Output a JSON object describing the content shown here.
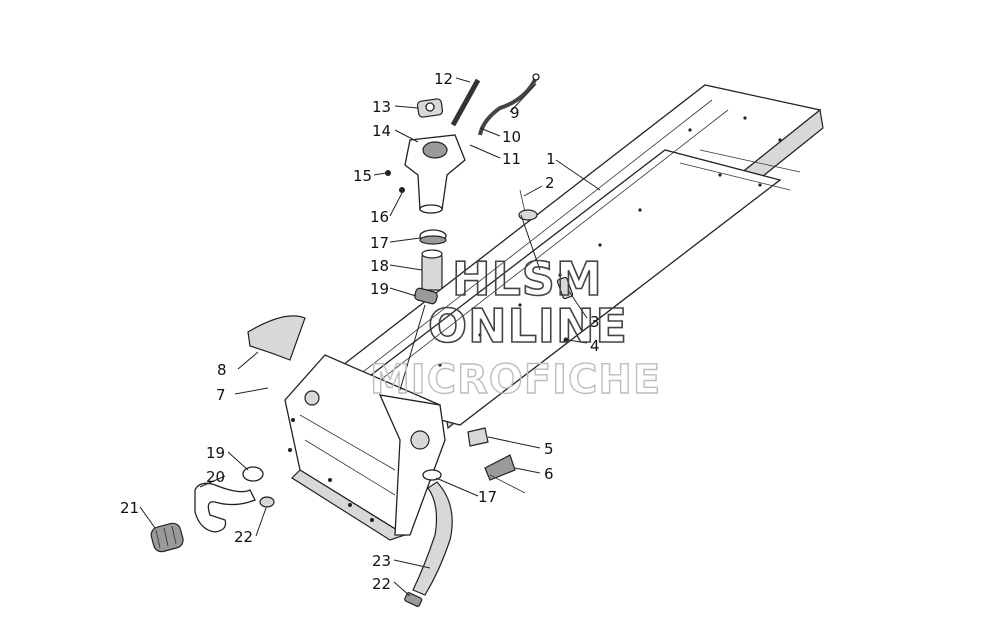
{
  "watermark": {
    "line1": "HLSM",
    "line2": "ONLINE",
    "line3": "MICROFICHE"
  },
  "callouts": [
    {
      "id": "c1",
      "label": "1"
    },
    {
      "id": "c2",
      "label": "2"
    },
    {
      "id": "c3",
      "label": "3"
    },
    {
      "id": "c4",
      "label": "4"
    },
    {
      "id": "c5",
      "label": "5"
    },
    {
      "id": "c6",
      "label": "6"
    },
    {
      "id": "c7",
      "label": "7"
    },
    {
      "id": "c8",
      "label": "8"
    },
    {
      "id": "c9",
      "label": "9"
    },
    {
      "id": "c10",
      "label": "10"
    },
    {
      "id": "c11",
      "label": "11"
    },
    {
      "id": "c12",
      "label": "12"
    },
    {
      "id": "c13",
      "label": "13"
    },
    {
      "id": "c14",
      "label": "14"
    },
    {
      "id": "c15",
      "label": "15"
    },
    {
      "id": "c16",
      "label": "16"
    },
    {
      "id": "c17a",
      "label": "17"
    },
    {
      "id": "c18",
      "label": "18"
    },
    {
      "id": "c19a",
      "label": "19"
    },
    {
      "id": "c19b",
      "label": "19"
    },
    {
      "id": "c20",
      "label": "20"
    },
    {
      "id": "c21",
      "label": "21"
    },
    {
      "id": "c22a",
      "label": "22"
    },
    {
      "id": "c17b",
      "label": "17"
    },
    {
      "id": "c23",
      "label": "23"
    },
    {
      "id": "c22b",
      "label": "22"
    }
  ]
}
